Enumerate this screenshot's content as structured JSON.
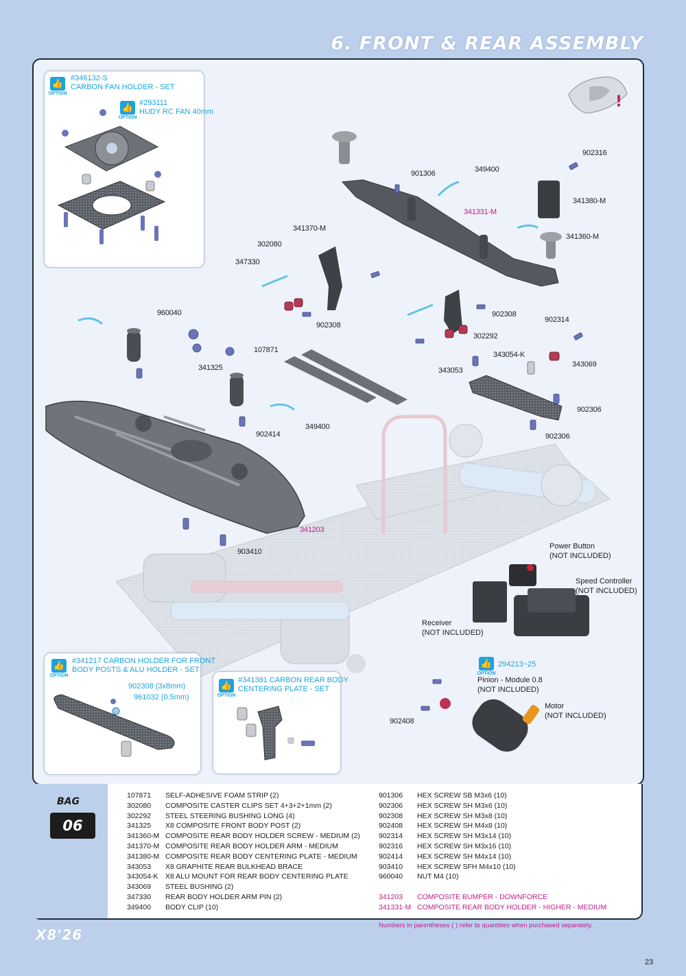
{
  "page": {
    "title": "6. FRONT & REAR ASSEMBLY",
    "page_number": "23",
    "brand": "X8'26"
  },
  "colors": {
    "accent_blue": "#1aa3dd",
    "magenta": "#c21a8c",
    "panel_border": "#1e2a3f",
    "background": "#bcd0ec"
  },
  "option_boxes": {
    "fan_holder": {
      "option_text": "OPTION",
      "title_line1": "#346132-S",
      "title_line2": "CARBON FAN HOLDER - SET",
      "sub_option_text": "OPTION",
      "sub_title_line1": "#293111",
      "sub_title_line2": "HUDY RC FAN 40mm"
    },
    "front_holder": {
      "option_text": "OPTION",
      "title_line1": "#341217 CARBON HOLDER FOR FRONT",
      "title_line2": "BODY POSTS & ALU HOLDER - SET",
      "label_a": "902308 (3x8mm)",
      "label_b": "961032 (0.5mm)"
    },
    "rear_centering": {
      "option_text": "OPTION",
      "title_line1": "#341381 CARBON REAR BODY",
      "title_line2": "CENTERING PLATE - SET"
    },
    "pinion": {
      "option_text": "OPTION",
      "title": "294213~25"
    }
  },
  "labels": {
    "l902316": "902316",
    "l901306": "901306",
    "l349400a": "349400",
    "l341331m": "341331-M",
    "l341380m": "341380-M",
    "l341360m": "341360-M",
    "l341370m": "341370-M",
    "l302080": "302080",
    "l347330": "347330",
    "l960040": "960040",
    "l902308a": "902308",
    "l902308b": "902308",
    "l302292": "302292",
    "l902314": "902314",
    "l343054k": "343054-K",
    "l343069": "343069",
    "l107871": "107871",
    "l341325": "341325",
    "l343053": "343053",
    "l902306a": "902306",
    "l902306b": "902306",
    "l349400b": "349400",
    "l902414": "902414",
    "l341203": "341203",
    "l903410": "903410",
    "l902408": "902408"
  },
  "notes": {
    "power_button_1": "Power Button",
    "power_button_2": "(NOT INCLUDED)",
    "speed_controller_1": "Speed Controller",
    "speed_controller_2": "(NOT INCLUDED)",
    "receiver_1": "Receiver",
    "receiver_2": "(NOT INCLUDED)",
    "pinion_1": "Pinion - Module 0.8",
    "pinion_2": "(NOT INCLUDED)",
    "motor_1": "Motor",
    "motor_2": "(NOT INCLUDED)"
  },
  "bag": {
    "label": "BAG",
    "number": "06"
  },
  "parts_left": [
    {
      "code": "107871",
      "desc": "SELF-ADHESIVE FOAM STRIP (2)"
    },
    {
      "code": "302080",
      "desc": "COMPOSITE CASTER CLIPS SET 4+3+2+1mm (2)"
    },
    {
      "code": "302292",
      "desc": "STEEL STEERING BUSHING LONG (4)"
    },
    {
      "code": "341325",
      "desc": "X8 COMPOSITE FRONT BODY POST (2)"
    },
    {
      "code": "341360-M",
      "desc": "COMPOSITE REAR BODY HOLDER SCREW - MEDIUM (2)"
    },
    {
      "code": "341370-M",
      "desc": "COMPOSITE REAR BODY HOLDER ARM - MEDIUM"
    },
    {
      "code": "341380-M",
      "desc": "COMPOSITE REAR BODY CENTERING PLATE - MEDIUM"
    },
    {
      "code": "343053",
      "desc": "X8 GRAPHITE REAR BULKHEAD BRACE"
    },
    {
      "code": "343054-K",
      "desc": "X8 ALU MOUNT FOR REAR BODY CENTERING PLATE"
    },
    {
      "code": "343069",
      "desc": "STEEL BUSHING (2)"
    },
    {
      "code": "347330",
      "desc": "REAR BODY HOLDER ARM PIN (2)"
    },
    {
      "code": "349400",
      "desc": "BODY CLIP (10)"
    }
  ],
  "parts_right": [
    {
      "code": "901306",
      "desc": "HEX SCREW SB M3x6  (10)"
    },
    {
      "code": "902306",
      "desc": "HEX SCREW SH M3x6  (10)"
    },
    {
      "code": "902308",
      "desc": "HEX SCREW SH M3x8  (10)"
    },
    {
      "code": "902408",
      "desc": "HEX SCREW SH M4x8  (10)"
    },
    {
      "code": "902314",
      "desc": "HEX SCREW SH M3x14  (10)"
    },
    {
      "code": "902316",
      "desc": "HEX SCREW SH M3x16  (10)"
    },
    {
      "code": "902414",
      "desc": "HEX SCREW SH M4x14  (10)"
    },
    {
      "code": "903410",
      "desc": "HEX SCREW SFH M4x10  (10)"
    },
    {
      "code": "960040",
      "desc": "NUT M4  (10)"
    }
  ],
  "parts_right_magenta": [
    {
      "code": "341203",
      "desc": "COMPOSITE BUMPER - DOWNFORCE"
    },
    {
      "code": "341331-M",
      "desc": "COMPOSITE REAR BODY HOLDER - HIGHER - MEDIUM"
    }
  ],
  "footnote": "Numbers in parentheses ( ) refer to quantities when purchased separately."
}
